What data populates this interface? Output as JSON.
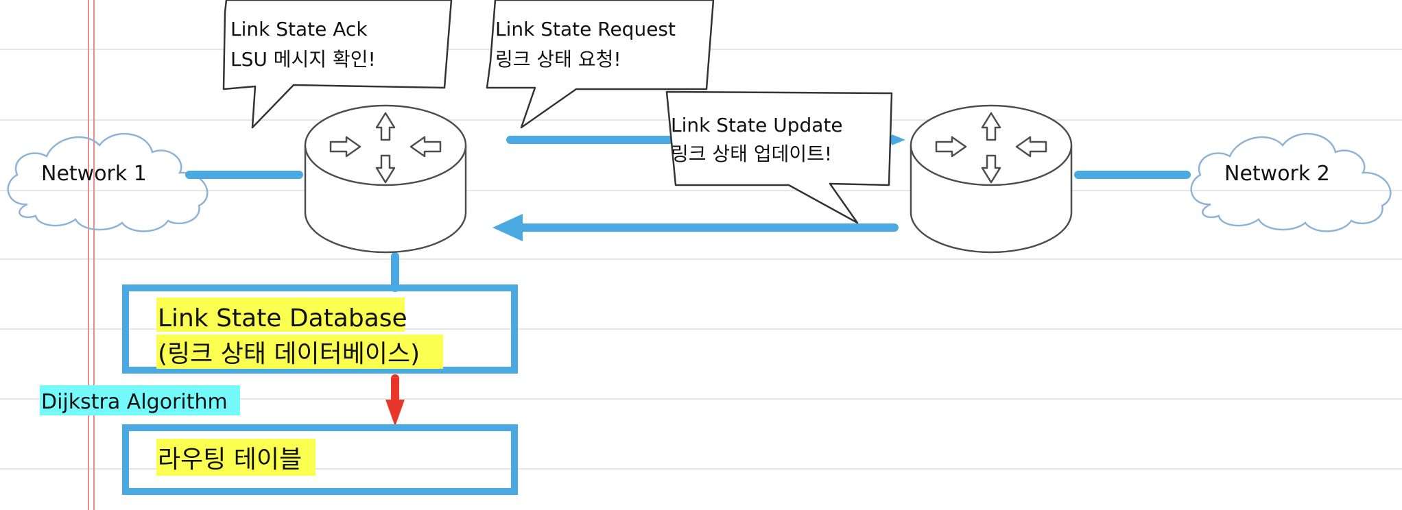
{
  "networks": {
    "left": "Network 1",
    "right": "Network 2"
  },
  "bubbles": {
    "ack": {
      "line1": "Link State Ack",
      "line2": "LSU 메시지 확인!"
    },
    "request": {
      "line1": "Link State Request",
      "line2": "링크 상태 요청!"
    },
    "update": {
      "line1": "Link State Update",
      "line2": "링크 상태 업데이트!"
    }
  },
  "database": {
    "line1": "Link State Database",
    "line2": "(링크 상태 데이터베이스)"
  },
  "algorithm_label": "Dijkstra Algorithm",
  "routing_table": "라우팅 테이블",
  "colors": {
    "link": "#4aa9e0",
    "highlight_yellow": "#fbff4f",
    "highlight_cyan": "#74fafa",
    "algorithm_arrow": "#e8372a"
  },
  "icons": [
    "cloud-icon",
    "router-icon",
    "router-icon",
    "cloud-icon"
  ]
}
